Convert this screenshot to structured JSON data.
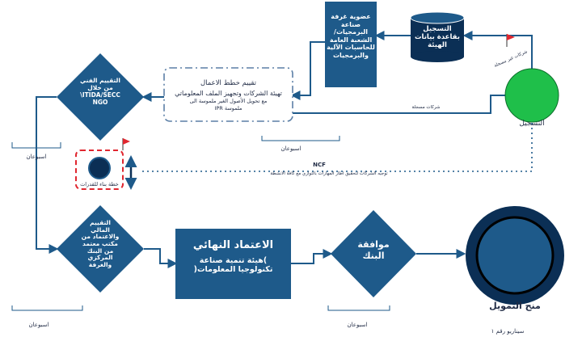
{
  "colors": {
    "navy": "#1e5a8a",
    "dark_navy": "#0b2f55",
    "green": "#1fbf4a",
    "red": "#e0262f",
    "dashed_blue": "#5b7fa6",
    "text": "#1f2a44"
  },
  "nodes": {
    "register": {
      "label": "التسجيل"
    },
    "database": {
      "label": "التسجيل\nبقاعدة بيانات\nالهيئة"
    },
    "membership": {
      "label": "عضوية غرفة\nصناعة\nالبرمجيات/\nالشعبة العامة\nللحاسبات الآلية\nوالبرمجيات"
    },
    "work_plans": {
      "title": "تقييم خطط الاعمال",
      "line2": "تهيئة الشركات وتجهيز الملف المعلوماتي",
      "line3": "مع تحويل الأصول الغير ملموسة الى",
      "line4": "ملموسة IPR"
    },
    "tech_eval": {
      "label": "التقييم الفني\nمن خلال\nITIDA/SECC\\\nNGO"
    },
    "capacity": {
      "label": "خطة بناء للقدرات"
    },
    "fin_eval": {
      "label": "التقييم\nالمالي\nوالاعتماد من\nمكتب معتمد\nمن البنك\nالمركزي\nوالغرفة"
    },
    "final_approval": {
      "title": "الاعتماد النهائي",
      "body": ")هيئة تنمية صناعة\nتكنولوجيا المعلومات("
    },
    "bank_approval": {
      "label": "موافقة\nالبنك"
    },
    "funding": {
      "label": "منح التمويل"
    }
  },
  "edge_labels": {
    "unqualified": "شركات غير مسجلة",
    "qualified": "شركات مسجلة",
    "ncf": "NCF",
    "ncf_note": "توجيه الشركات لتحقيق اطار المهارات بالتوازي مع كافة الانشطة"
  },
  "durations": {
    "top_left": "اسبوعان",
    "middle": "اسبوعان",
    "bottom_left": "اسبوعان",
    "bottom_mid": "اسبوعان"
  },
  "footer": {
    "scenario": "سيناريو رقم ١"
  }
}
